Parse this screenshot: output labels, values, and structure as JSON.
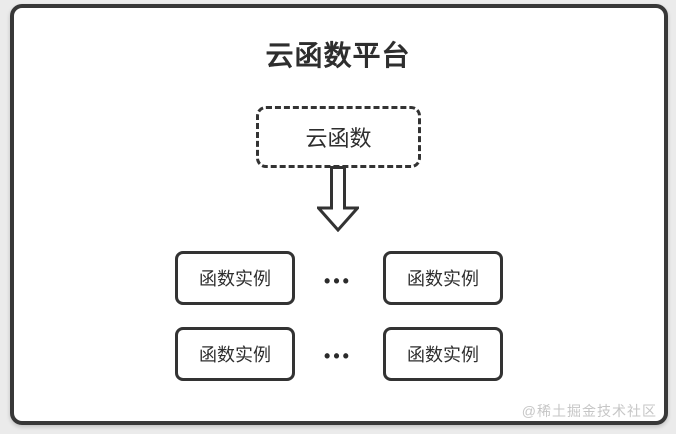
{
  "diagram": {
    "title": "云函数平台",
    "cloud_function": {
      "label": "云函数"
    },
    "rows": [
      {
        "cells": [
          "函数实例",
          "函数实例"
        ],
        "separator": "•••"
      },
      {
        "cells": [
          "函数实例",
          "函数实例"
        ],
        "separator": "•••"
      }
    ],
    "watermark": "@稀土掘金技术社区",
    "colors": {
      "border": "#333333",
      "frame_border": "#383838",
      "background": "#ffffff",
      "outer_background": "#ebebeb",
      "text": "#2e2e2e",
      "watermark": "#c6c6c6"
    }
  }
}
